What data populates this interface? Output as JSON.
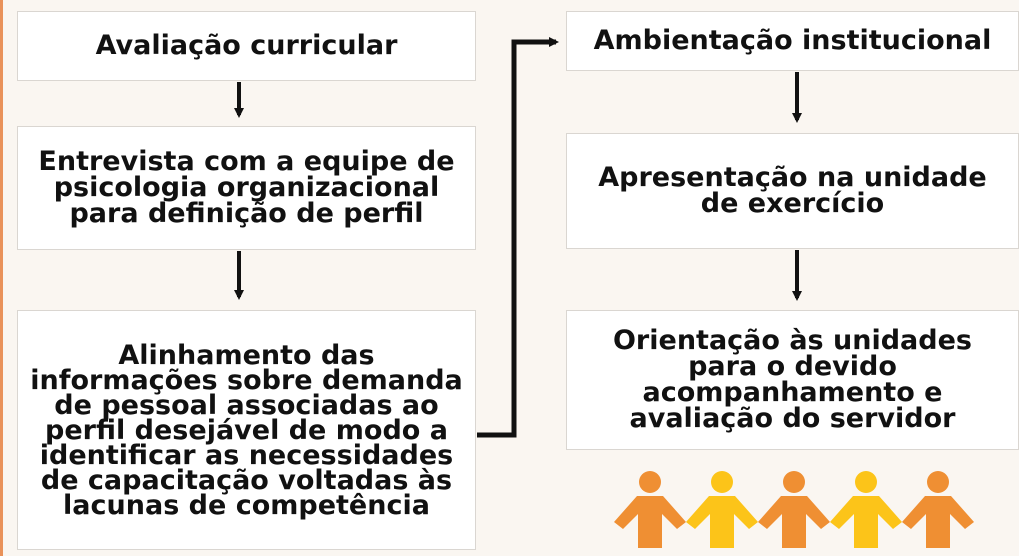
{
  "diagram": {
    "left_column": [
      {
        "id": "b1",
        "text": "Avaliação curricular"
      },
      {
        "id": "b2",
        "text": "Entrevista com a equipe de psicologia organizacional para definição de perfil"
      },
      {
        "id": "b3",
        "text": "Alinhamento das informações sobre demanda de pessoal associadas ao perfil desejável de modo a identificar as necessidades de capacitação voltadas às lacunas de competência"
      }
    ],
    "right_column": [
      {
        "id": "b4",
        "text": "Ambientação institucional"
      },
      {
        "id": "b5",
        "text": "Apresentação na unidade de exercício"
      },
      {
        "id": "b6",
        "text": "Orientação às unidades para o devido acompanhamento e avaliação do servidor"
      }
    ],
    "people_icon": {
      "count": 5,
      "colors": [
        "#ef8f33",
        "#fcc419",
        "#ef8f33",
        "#fcc419",
        "#ef8f33"
      ]
    },
    "colors": {
      "background": "#faf6f1",
      "accent": "#e9925a",
      "box_fill": "#ffffff",
      "arrow": "#111111"
    }
  }
}
